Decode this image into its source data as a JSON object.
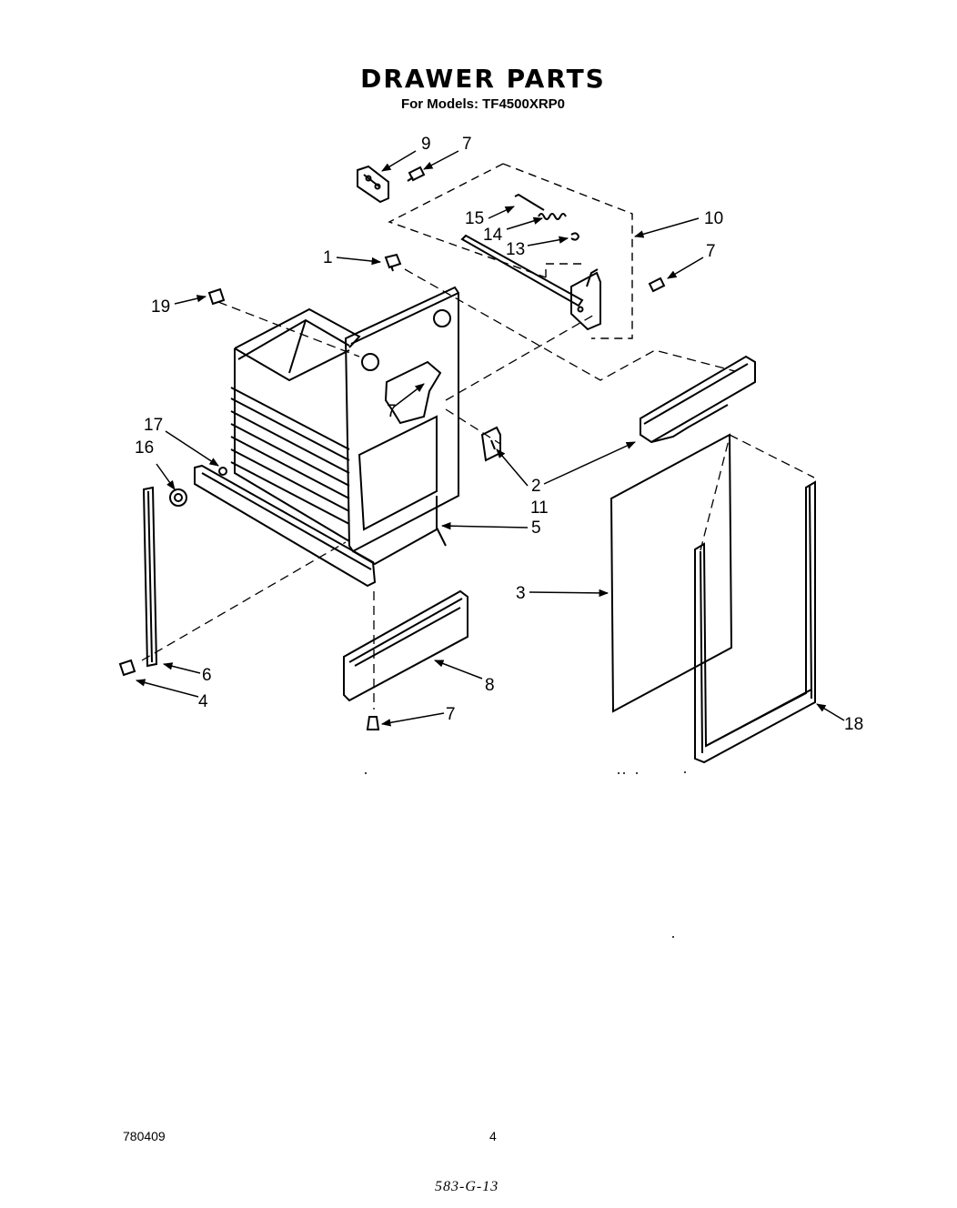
{
  "header": {
    "title": "DRAWER PARTS",
    "subtitle": "For Models: TF4500XRP0"
  },
  "callouts": [
    {
      "id": "c9",
      "text": "9"
    },
    {
      "id": "c7a",
      "text": "7"
    },
    {
      "id": "c15",
      "text": "15"
    },
    {
      "id": "c14",
      "text": "14"
    },
    {
      "id": "c13",
      "text": "13"
    },
    {
      "id": "c10",
      "text": "10"
    },
    {
      "id": "c1",
      "text": "1"
    },
    {
      "id": "c7b",
      "text": "7"
    },
    {
      "id": "c19",
      "text": "19"
    },
    {
      "id": "c7c",
      "text": "7"
    },
    {
      "id": "c17",
      "text": "17"
    },
    {
      "id": "c16",
      "text": "16"
    },
    {
      "id": "c2",
      "text": "2"
    },
    {
      "id": "c11",
      "text": "11"
    },
    {
      "id": "c5",
      "text": "5"
    },
    {
      "id": "c3",
      "text": "3"
    },
    {
      "id": "c6",
      "text": "6"
    },
    {
      "id": "c4",
      "text": "4"
    },
    {
      "id": "c8",
      "text": "8"
    },
    {
      "id": "c7d",
      "text": "7"
    },
    {
      "id": "c18",
      "text": "18"
    }
  ],
  "footer": {
    "doc_number": "780409",
    "page_number": "4",
    "ref_code": "583-G-13"
  }
}
